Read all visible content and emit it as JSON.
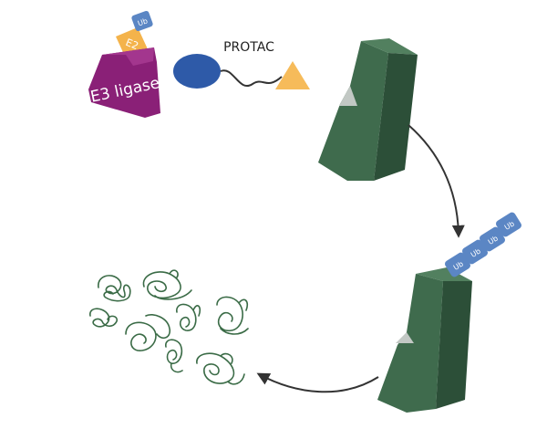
{
  "labels": {
    "e3": "E3 ligase",
    "e2": "E2",
    "ub": "Ub",
    "protac": "PROTAC"
  },
  "colors": {
    "e3_ligase": "#8a2077",
    "e3_ligase_top": "#a3368e",
    "e2": "#f4b34b",
    "ubiquitin": "#5b86c4",
    "protac_ligand_blue": "#2e5aa8",
    "protac_warhead": "#f6bb5a",
    "target_protein": "#3f6b4d",
    "target_protein_dark": "#2c4f38",
    "target_protein_light": "#52805f",
    "peptide_fragments": "#3a6b46",
    "arrow": "#333333",
    "label_text": "#222222",
    "ub_text": "#ffffff"
  },
  "icons": {
    "e3": "e3-ligase-icon",
    "e2": "e2-enzyme-icon",
    "protac": "protac-molecule-icon",
    "target": "target-protein-icon",
    "tagged_target": "ubiquitinated-target-icon",
    "fragments": "peptide-fragments-icon",
    "arrow": "curved-arrow-icon"
  }
}
